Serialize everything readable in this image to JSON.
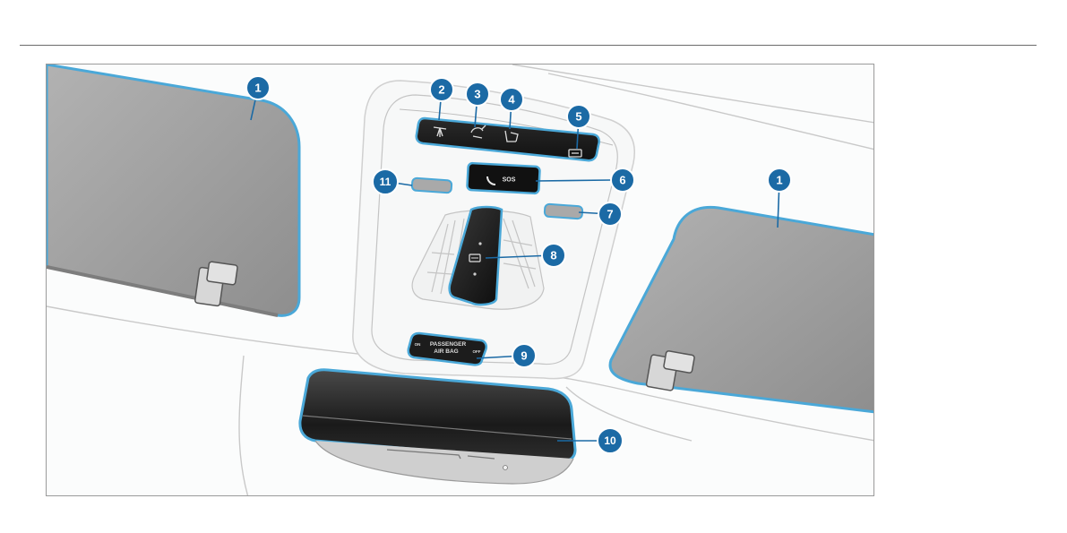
{
  "callouts": [
    {
      "key": "visor_left",
      "label": "1"
    },
    {
      "key": "visor_right",
      "label": "1"
    },
    {
      "key": "reading_lamp_left",
      "label": "2"
    },
    {
      "key": "interior_light_auto",
      "label": "3"
    },
    {
      "key": "interior_light",
      "label": "4"
    },
    {
      "key": "reading_lamp_right",
      "label": "5"
    },
    {
      "key": "sos_button",
      "label": "6"
    },
    {
      "key": "button_right",
      "label": "7"
    },
    {
      "key": "sliding_roof_switch",
      "label": "8"
    },
    {
      "key": "airbag_indicator",
      "label": "9"
    },
    {
      "key": "glasses_compartment",
      "label": "10"
    },
    {
      "key": "button_left",
      "label": "11"
    }
  ],
  "panel": {
    "sos_text": "SOS",
    "airbag_text_line1": "PASSENGER",
    "airbag_text_line2": "AIR BAG",
    "airbag_on": "ON",
    "airbag_off": "OFF"
  },
  "colors": {
    "callout_fill": "#1b6aa5",
    "outline_accent": "#4aa8d8",
    "visor_gray": "#9b9b9b",
    "button_dark": "#1f1f1f"
  },
  "icons": {
    "reading_lamp_left": "reading-lamp-icon",
    "interior_light_auto": "interior-light-auto-icon",
    "interior_light": "interior-light-icon",
    "reading_lamp_right": "reading-lamp-right-icon",
    "sos": "phone-sos-icon",
    "sliding_roof": "sliding-roof-icon"
  }
}
